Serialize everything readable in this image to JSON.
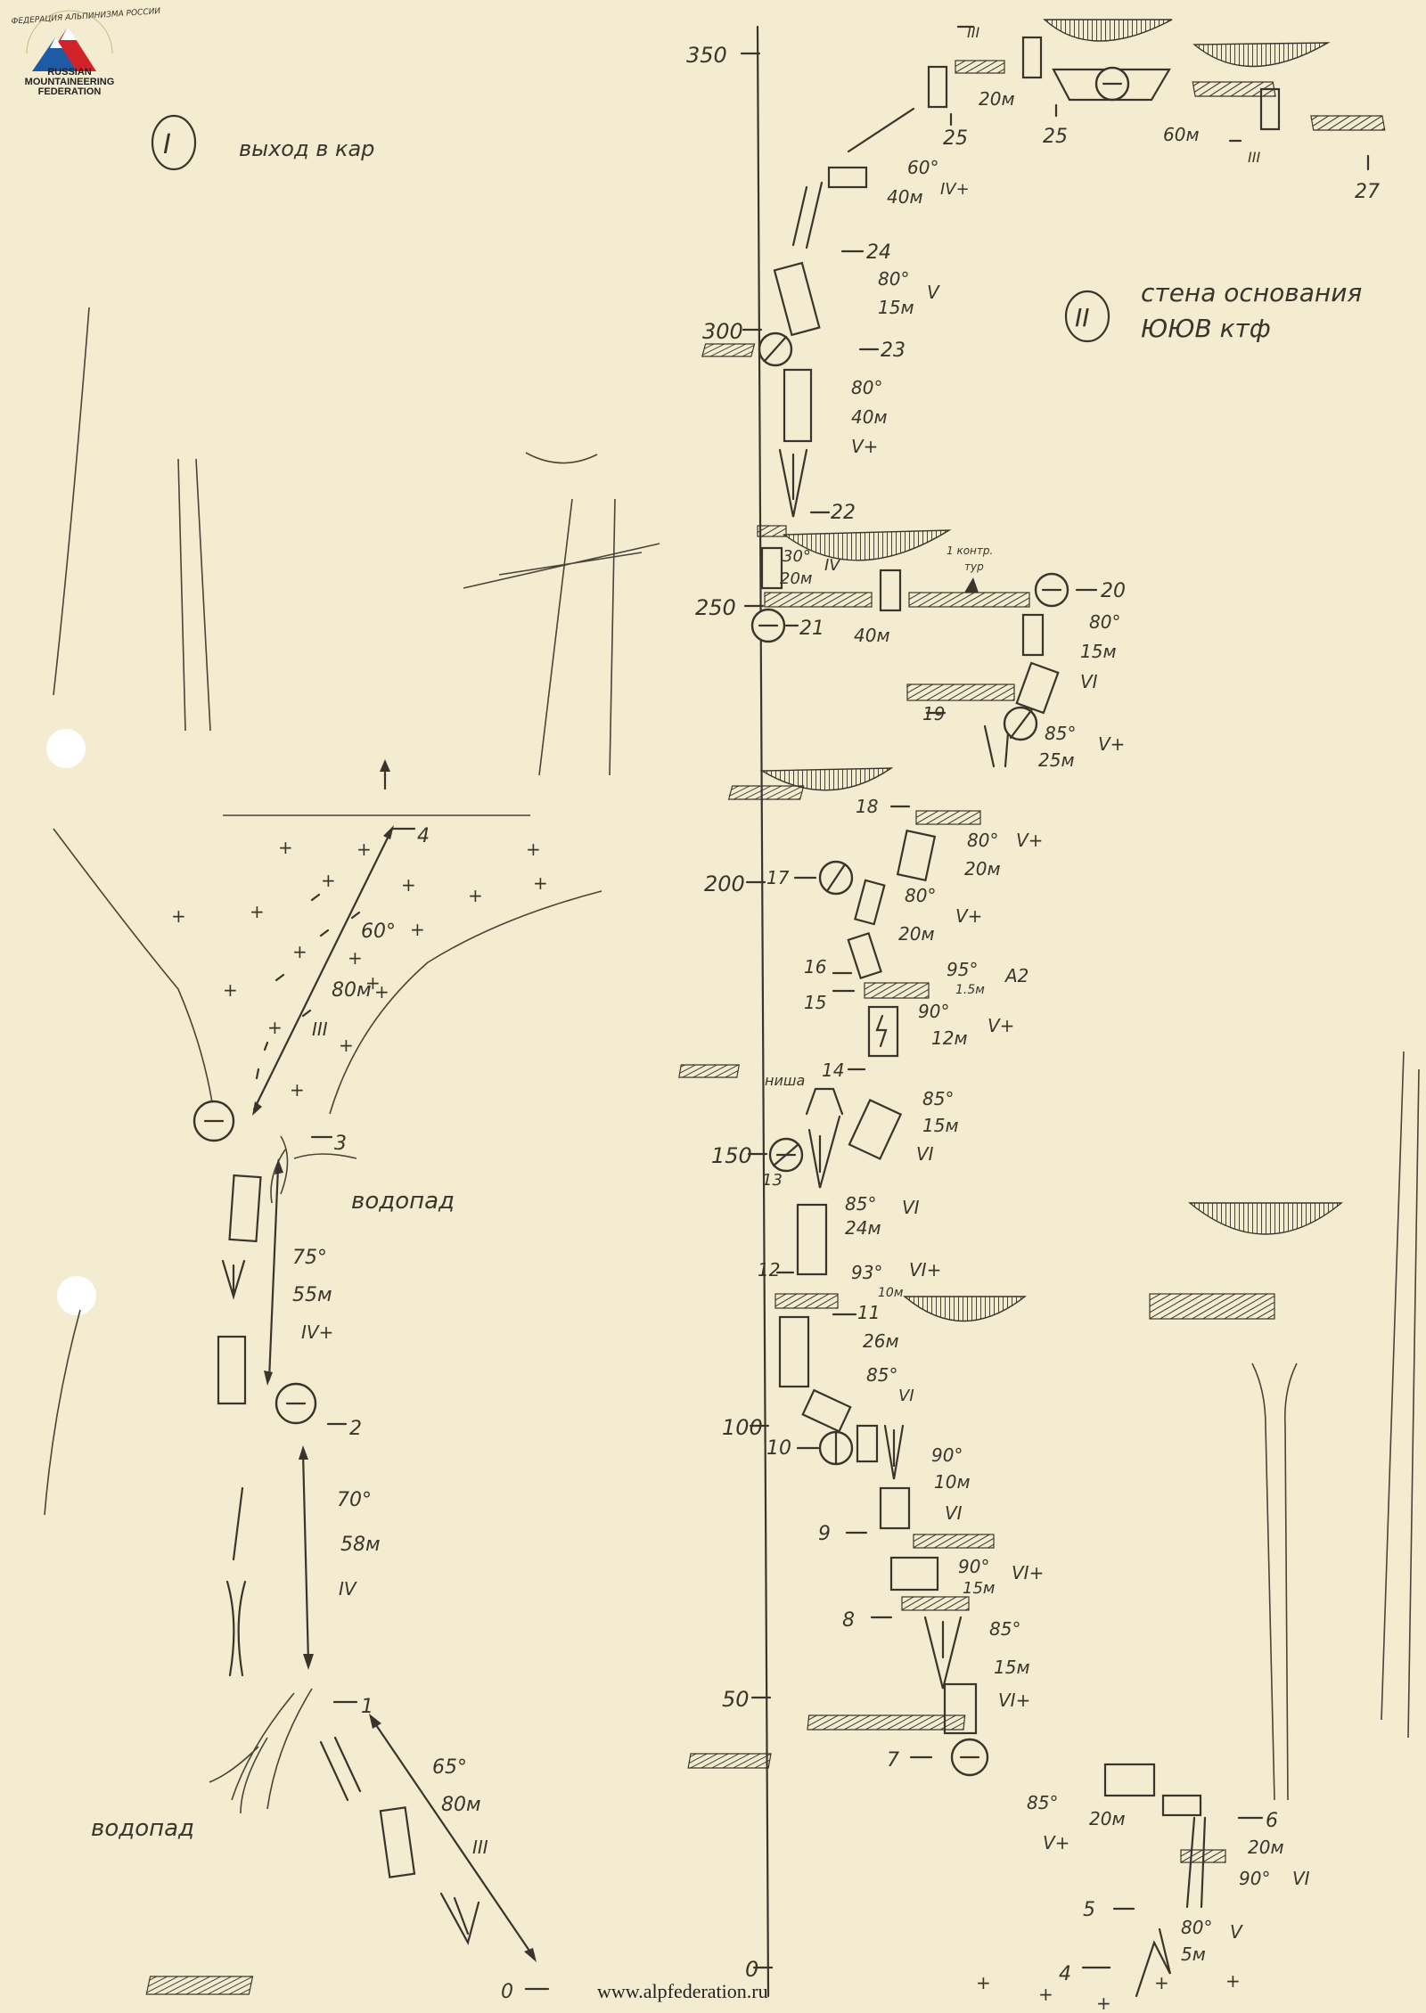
{
  "logo": {
    "arc_text": "ФЕДЕРАЦИЯ АЛЬПИНИЗМА РОССИИ",
    "line1": "RUSSIAN",
    "line2": "MOUNTAINEERING",
    "line3": "FEDERATION"
  },
  "website": "www.alpfederation.ru",
  "sections": {
    "one": {
      "numeral": "I",
      "title": "выход в кар"
    },
    "two": {
      "numeral": "II",
      "title_line1": "стена основания",
      "title_line2": "ЮЮВ ктф"
    }
  },
  "scale": {
    "ticks": [
      "350",
      "300",
      "250",
      "200",
      "150",
      "100",
      "50",
      "0"
    ]
  },
  "left_route": {
    "stations": [
      "0",
      "1",
      "2",
      "3",
      "4"
    ],
    "pitches": [
      {
        "angle": "65°",
        "length": "80м",
        "grade": "III"
      },
      {
        "angle": "70°",
        "length": "58м",
        "grade": "IV"
      },
      {
        "angle": "75°",
        "length": "55м",
        "grade": "IV+"
      },
      {
        "angle": "60°",
        "length": "80м",
        "grade": "III"
      }
    ],
    "labels": {
      "waterfall_low": "водопад",
      "waterfall_high": "водопад"
    }
  },
  "right_route": {
    "stations": [
      "4",
      "5",
      "6",
      "7",
      "8",
      "9",
      "10",
      "11",
      "12",
      "13",
      "14",
      "15",
      "16",
      "17",
      "18",
      "19",
      "20",
      "21",
      "22",
      "23",
      "24",
      "25",
      "25",
      "27"
    ],
    "pitches": [
      {
        "angle": "80°",
        "length": "5м",
        "grade": "V"
      },
      {
        "angle": "90°",
        "length": "20м",
        "grade": "VI"
      },
      {
        "angle": "85°",
        "length": "20м",
        "grade": "V+"
      },
      {
        "angle": "85°",
        "length": "15м",
        "grade": "VI+"
      },
      {
        "angle": "90°",
        "length": "15м",
        "grade": "VI+"
      },
      {
        "angle": "90°",
        "length": "10м",
        "grade": "VI"
      },
      {
        "angle": "85°",
        "length": "26м",
        "grade": "VI"
      },
      {
        "angle": "93°",
        "length": "10м",
        "grade": "VI+"
      },
      {
        "angle": "85°",
        "length": "24м",
        "grade": "VI"
      },
      {
        "angle": "85°",
        "length": "15м",
        "grade": "VI"
      },
      {
        "angle": "90°",
        "length": "12м",
        "grade": "V+"
      },
      {
        "angle": "95°",
        "length": "1.5м",
        "grade": "A2"
      },
      {
        "angle": "80°",
        "length": "20м",
        "grade": "V+"
      },
      {
        "angle": "80°",
        "length": "20м",
        "grade": "V+"
      },
      {
        "angle": "85°",
        "length": "25м",
        "grade": "V+"
      },
      {
        "angle": "80°",
        "length": "15м",
        "grade": "VI"
      },
      {
        "angle": "30°",
        "length": "20м",
        "grade": "IV"
      },
      {
        "angle": "",
        "length": "40м",
        "grade": ""
      },
      {
        "angle": "80°",
        "length": "40м",
        "grade": "V+"
      },
      {
        "angle": "80°",
        "length": "15м",
        "grade": "V"
      },
      {
        "angle": "60°",
        "length": "40м",
        "grade": "IV+"
      },
      {
        "angle": "",
        "length": "20м",
        "grade": "III"
      },
      {
        "angle": "",
        "length": "60м",
        "grade": "III"
      }
    ],
    "labels": {
      "niche": "ниша",
      "control_cairn_1": "1 контр.",
      "control_cairn_2": "тур"
    }
  },
  "colors": {
    "paper": "#f3ecd0",
    "ink": "#3a352c",
    "logo_red": "#d2232a",
    "logo_blue": "#1f5aa6"
  }
}
